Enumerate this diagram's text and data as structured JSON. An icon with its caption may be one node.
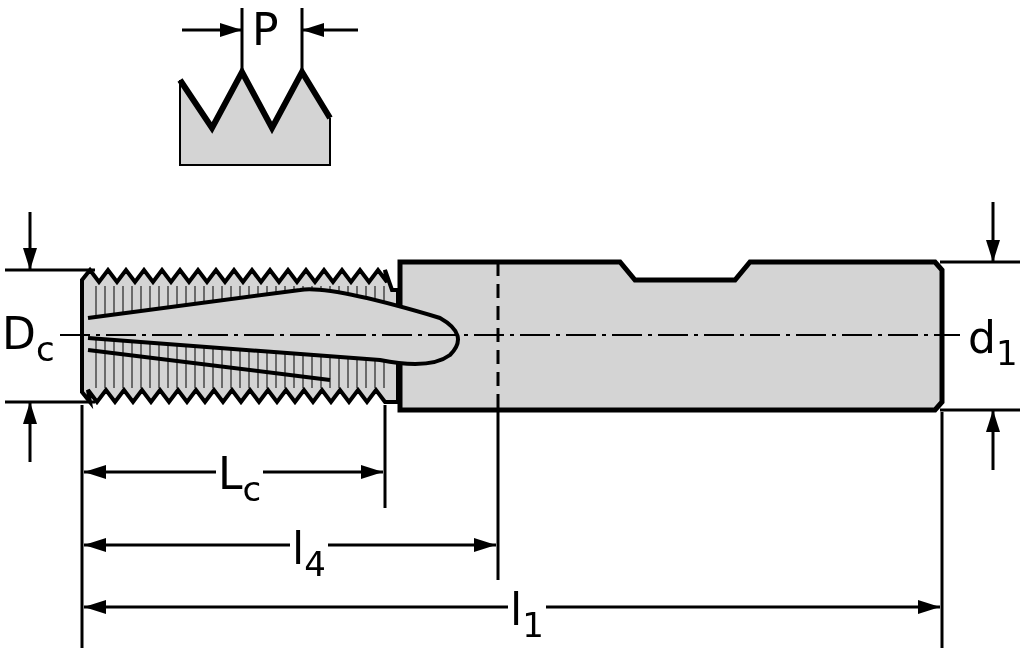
{
  "diagram": {
    "labels": [
      "P",
      "D$_{c}$",
      "d$_{1}$",
      "L$_{c}$",
      "l$_{4}$",
      "l$_{1}$"
    ]
  }
}
